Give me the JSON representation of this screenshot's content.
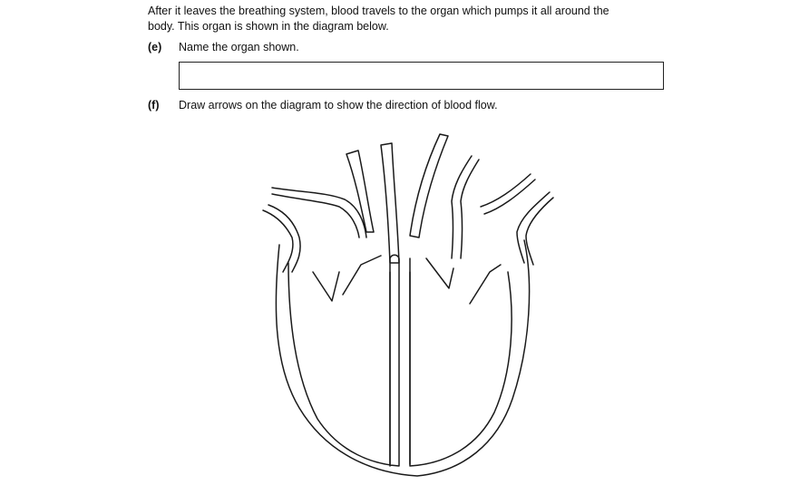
{
  "intro": {
    "line1": "After it leaves the breathing system, blood travels to the organ which pumps it all around the",
    "line2": "body.  This organ is shown in the diagram below."
  },
  "questions": [
    {
      "label": "(e)",
      "text": "Name the organ shown."
    },
    {
      "label": "(f)",
      "text": "Draw arrows on the diagram to show the direction of blood flow."
    }
  ],
  "answer_e": {
    "value": ""
  },
  "diagram": {
    "icon": "heart-diagram-icon"
  }
}
